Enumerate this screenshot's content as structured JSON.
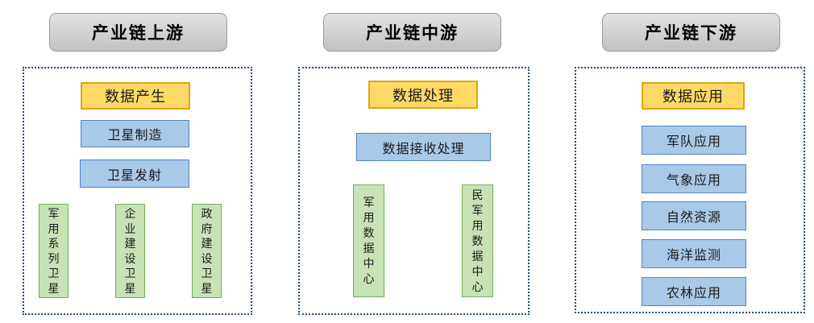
{
  "diagram": {
    "title_upstream": "产业链上游",
    "title_midstream": "产业链中游",
    "title_downstream": "产业链下游",
    "upstream": {
      "header": "产业链上游",
      "stage_box": "数据产生",
      "process_boxes": [
        "卫星制造",
        "卫星发射"
      ],
      "vertical_boxes": [
        "军用系列卫星",
        "企业建设卫星",
        "政府建设卫星"
      ]
    },
    "midstream": {
      "header": "产业链中游",
      "stage_box": "数据处理",
      "process_boxes": [
        "数据接收处理"
      ],
      "vertical_boxes": [
        "军用数据中心",
        "民军用数据中心"
      ]
    },
    "downstream": {
      "header": "产业链下游",
      "stage_box": "数据应用",
      "application_boxes": [
        "军队应用",
        "气象应用",
        "自然资源",
        "海洋监测",
        "农林应用"
      ]
    },
    "colors": {
      "stage_fill": "#FFD966",
      "stage_border": "#DBA617",
      "process_fill": "#A9C9E8",
      "process_border": "#5185C5",
      "vertical_fill": "#C7E3B5",
      "vertical_border": "#74AE58",
      "header_fill": "#C2C2C2",
      "header_border": "#9B9B9B",
      "container_border": "#24477F"
    }
  }
}
